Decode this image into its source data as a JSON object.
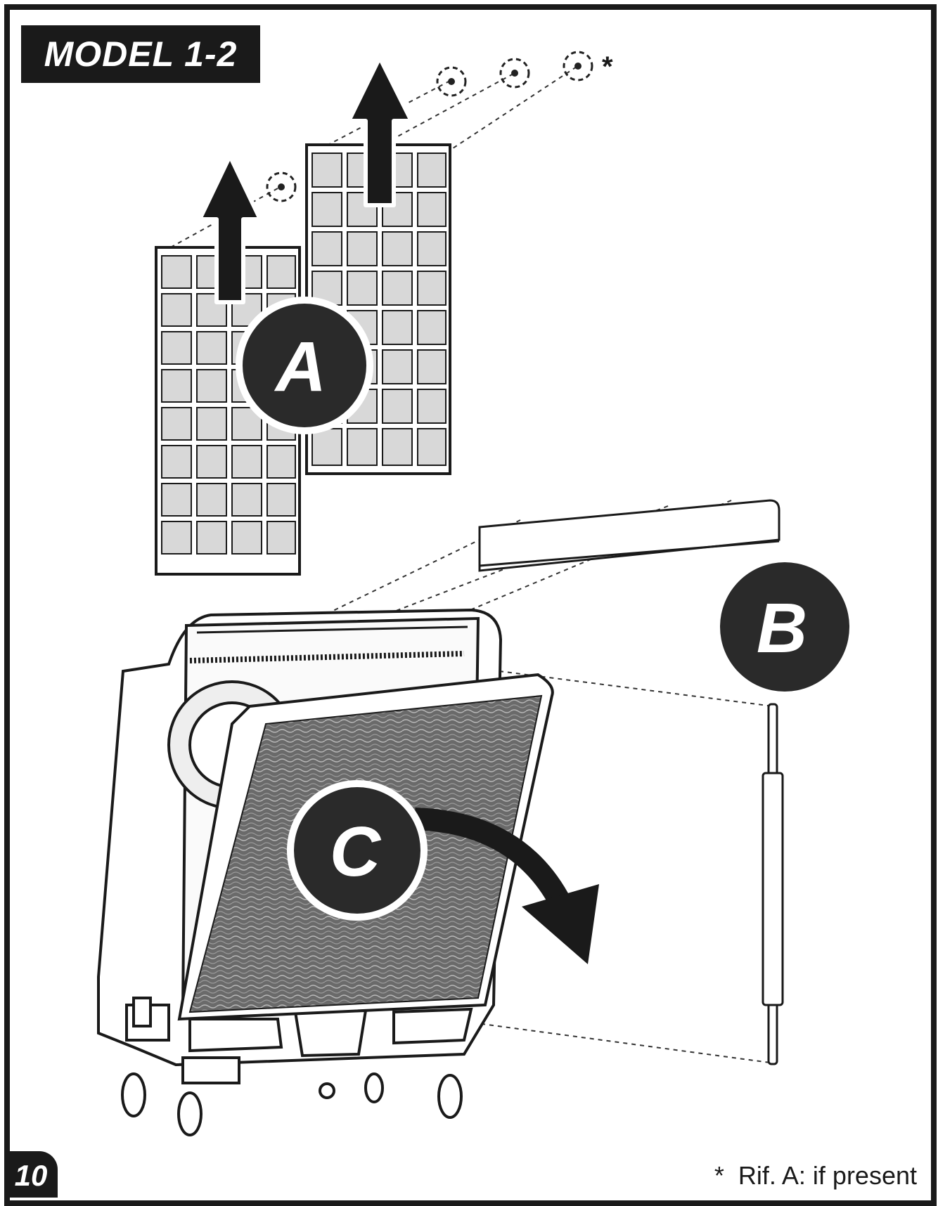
{
  "title": "MODEL 1-2",
  "page_number": "10",
  "footnote": {
    "marker": "*",
    "text": "Rif. A: if present"
  },
  "annotations": {
    "asterisk": "*",
    "labels": [
      "A",
      "B",
      "C"
    ]
  },
  "icons": [
    "filter-panel-icon",
    "screw-icon",
    "lift-arrow-icon",
    "rotate-arrow-icon",
    "cooler-unit-icon",
    "top-cover-icon",
    "side-rod-icon",
    "cooling-pad-icon"
  ],
  "colors": {
    "ink": "#1a1a1a",
    "white": "#ffffff",
    "panel": "#d8d8d8"
  }
}
